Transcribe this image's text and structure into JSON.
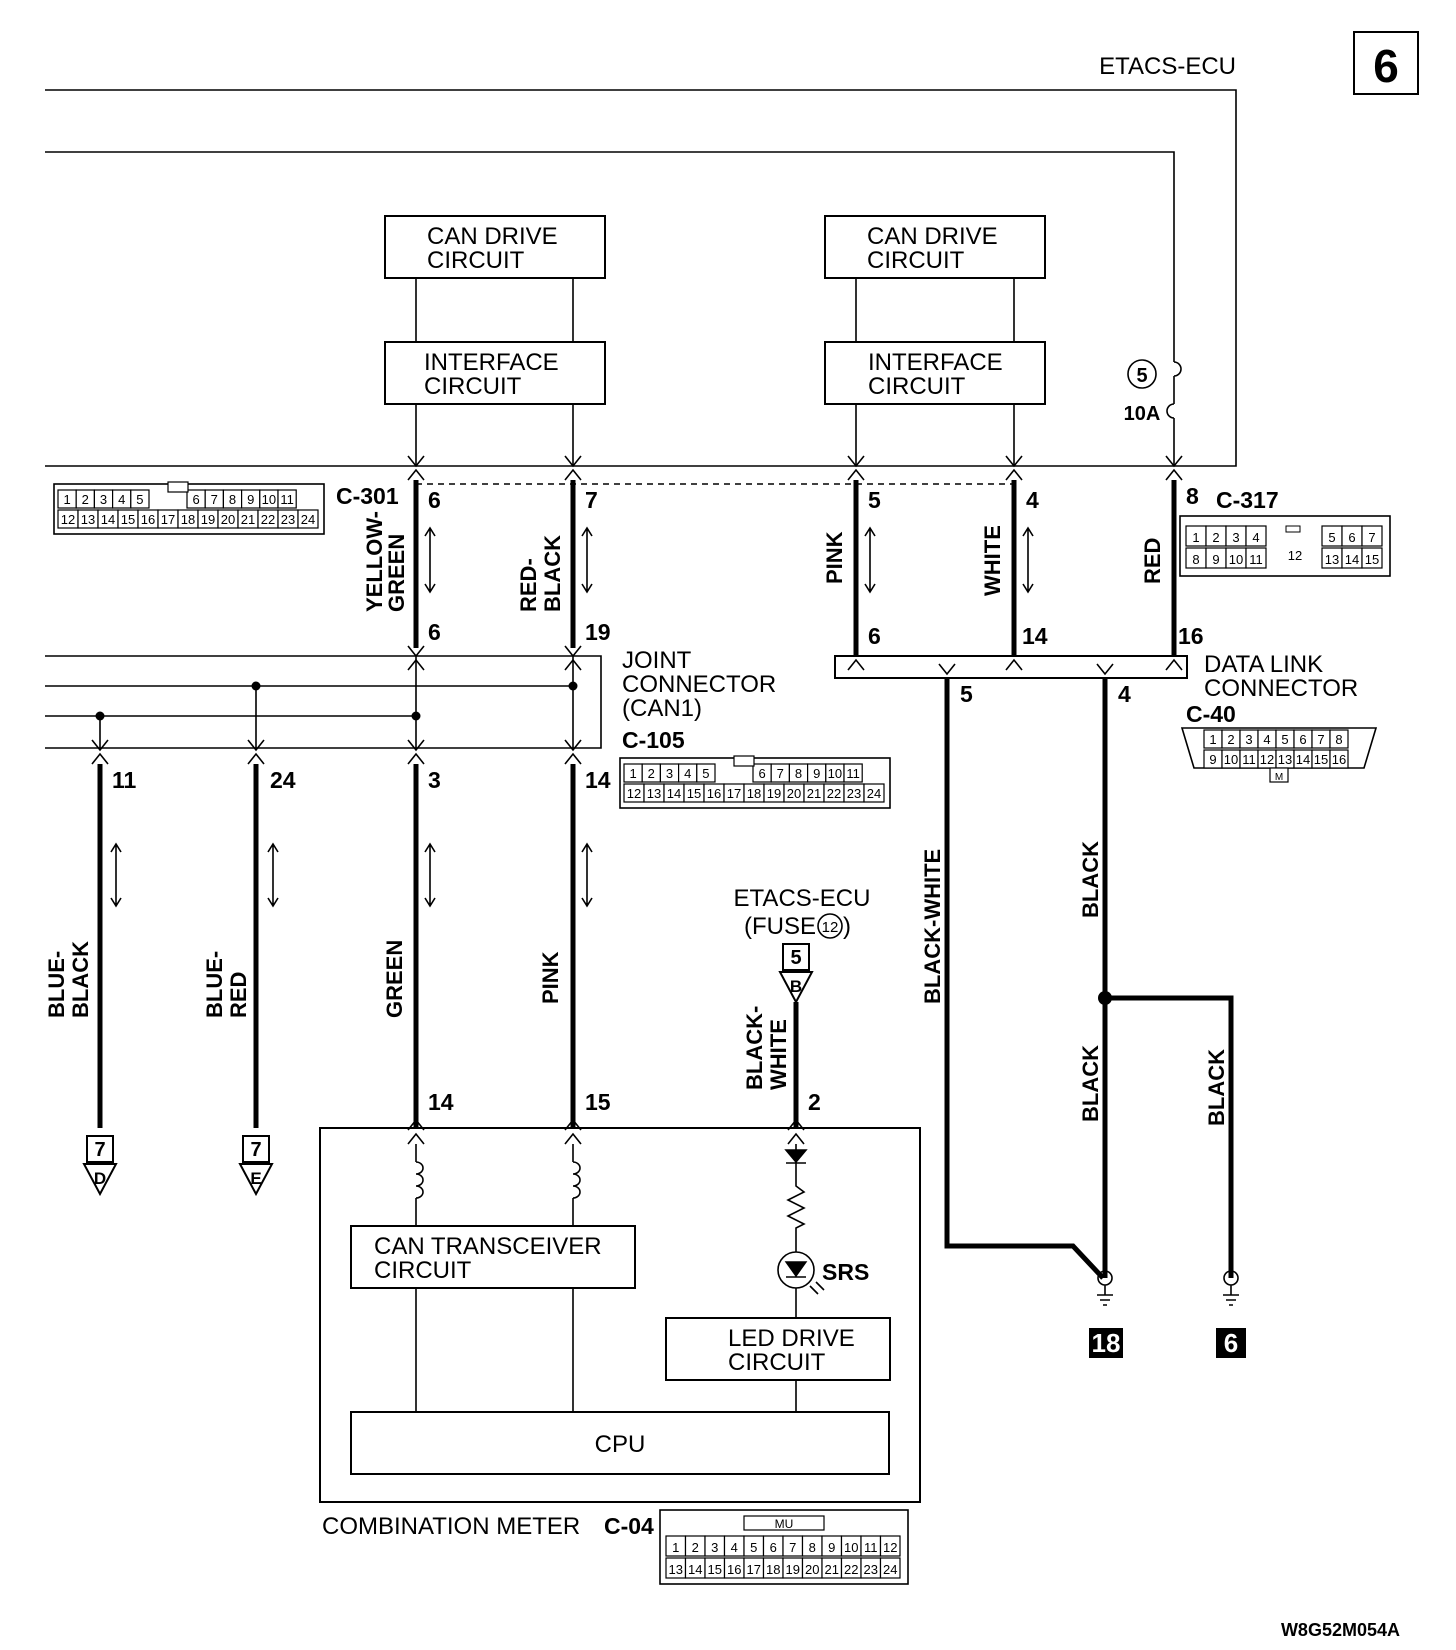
{
  "page_number": "6",
  "drawing_code": "W8G52M054A",
  "etacs_ecu": {
    "label": "ETACS-ECU",
    "can_drive_left": [
      "CAN DRIVE",
      "CIRCUIT"
    ],
    "interface_left": [
      "INTERFACE",
      "CIRCUIT"
    ],
    "can_drive_right": [
      "CAN DRIVE",
      "CIRCUIT"
    ],
    "interface_right": [
      "INTERFACE",
      "CIRCUIT"
    ],
    "fuse_number": "5",
    "fuse_rating": "10A"
  },
  "connectors": {
    "c301": {
      "name": "C-301",
      "row1": [
        "1",
        "2",
        "3",
        "4",
        "5",
        "6",
        "7",
        "8",
        "9",
        "10",
        "11"
      ],
      "row2": [
        "12",
        "13",
        "14",
        "15",
        "16",
        "17",
        "18",
        "19",
        "20",
        "21",
        "22",
        "23",
        "24"
      ]
    },
    "c317": {
      "name": "C-317",
      "row1": [
        "1",
        "2",
        "3",
        "4",
        "5",
        "6",
        "7"
      ],
      "row2": [
        "8",
        "9",
        "10",
        "11",
        "13",
        "14",
        "15"
      ],
      "center": "12"
    },
    "c105": {
      "name": "C-105",
      "row1": [
        "1",
        "2",
        "3",
        "4",
        "5",
        "6",
        "7",
        "8",
        "9",
        "10",
        "11"
      ],
      "row2": [
        "12",
        "13",
        "14",
        "15",
        "16",
        "17",
        "18",
        "19",
        "20",
        "21",
        "22",
        "23",
        "24"
      ]
    },
    "c40": {
      "name": "C-40",
      "row1": [
        "1",
        "2",
        "3",
        "4",
        "5",
        "6",
        "7",
        "8"
      ],
      "row2": [
        "9",
        "10",
        "11",
        "12",
        "13",
        "14",
        "15",
        "16"
      ],
      "marker": "M"
    },
    "c04": {
      "name": "C-04",
      "marker": "MU",
      "row1": [
        "1",
        "2",
        "3",
        "4",
        "5",
        "6",
        "7",
        "8",
        "9",
        "10",
        "11",
        "12"
      ],
      "row2": [
        "13",
        "14",
        "15",
        "16",
        "17",
        "18",
        "19",
        "20",
        "21",
        "22",
        "23",
        "24"
      ]
    }
  },
  "pins": {
    "etacs": [
      "6",
      "7",
      "5",
      "4",
      "8"
    ],
    "c301_bottom": [
      "6",
      "19"
    ],
    "dlc_top": [
      "6",
      "14",
      "16"
    ],
    "dlc_bottom": [
      "5",
      "4"
    ],
    "joint_bottom": [
      "11",
      "24",
      "3",
      "14"
    ],
    "meter": [
      "14",
      "15",
      "2"
    ]
  },
  "wires": {
    "yellow_green": [
      "YELLOW-",
      "GREEN"
    ],
    "red_black": [
      "RED-",
      "BLACK"
    ],
    "pink_top": "PINK",
    "white": "WHITE",
    "red": "RED",
    "blue_black": [
      "BLUE-",
      "BLACK"
    ],
    "blue_red": [
      "BLUE-",
      "RED"
    ],
    "green": "GREEN",
    "pink_bottom": "PINK",
    "black_white_meter": [
      "BLACK-",
      "WHITE"
    ],
    "black_white_dlc": "BLACK-WHITE",
    "black_1": "BLACK",
    "black_2": "BLACK",
    "black_3": "BLACK"
  },
  "joint_connector": [
    "JOINT",
    "CONNECTOR",
    "(CAN1)"
  ],
  "data_link_connector": [
    "DATA LINK",
    "CONNECTOR"
  ],
  "etacs_fuse_ref": {
    "label": "ETACS-ECU",
    "fuse_prefix": "(FUSE",
    "fuse_number": "12",
    "fuse_suffix": ")",
    "page": "5",
    "letter": "B"
  },
  "continuations": [
    {
      "page": "7",
      "letter": "D"
    },
    {
      "page": "7",
      "letter": "E"
    }
  ],
  "grounds": [
    "18",
    "6"
  ],
  "combination_meter": {
    "label": "COMBINATION METER",
    "can_transceiver": [
      "CAN TRANSCEIVER",
      "CIRCUIT"
    ],
    "led_drive": [
      "LED DRIVE",
      "CIRCUIT"
    ],
    "cpu": "CPU",
    "srs": "SRS"
  }
}
